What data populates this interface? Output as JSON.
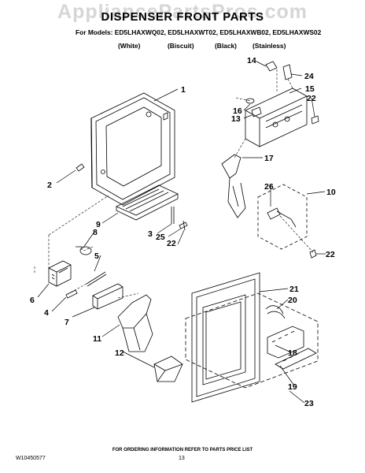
{
  "watermark": "AppliancePartsPros.com",
  "title": "DISPENSER FRONT PARTS",
  "models_line": "For Models: ED5LHAXWQ02, ED5LHAXWT02, ED5LHAXWB02, ED5LHAXWS02",
  "variants": [
    "(White)",
    "(Biscuit)",
    "(Black)",
    "(Stainless)"
  ],
  "callouts": [
    "1",
    "2",
    "3",
    "4",
    "5",
    "6",
    "7",
    "8",
    "9",
    "10",
    "11",
    "12",
    "13",
    "14",
    "15",
    "16",
    "17",
    "18",
    "19",
    "20",
    "21",
    "22",
    "22",
    "22",
    "23",
    "24",
    "25",
    "26"
  ],
  "footer_note": "FOR ORDERING INFORMATION REFER TO PARTS PRICE LIST",
  "doc_id": "W10450577",
  "page_number": "13"
}
